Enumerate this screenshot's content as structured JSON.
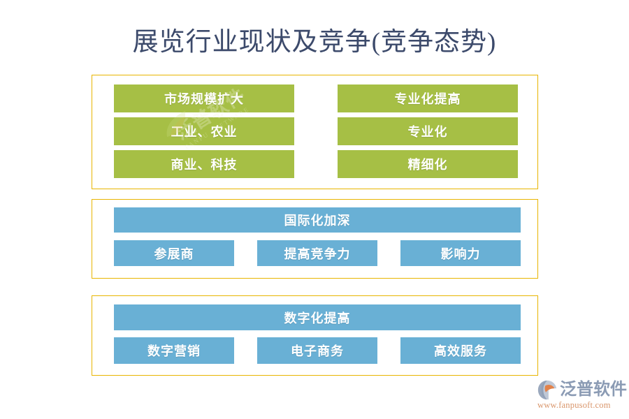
{
  "page": {
    "title": "展览行业现状及竞争(竞争态势)",
    "background_color": "#ffffff",
    "title_color": "#3c4a6b"
  },
  "theme": {
    "green": "#a6bf45",
    "blue": "#69b0d5",
    "border_gold": "#e8b500",
    "box_text_color": "#ffffff"
  },
  "watermark": {
    "text": "泛普软件",
    "subtext": "FANPU SOFTWARE"
  },
  "sections": [
    {
      "id": "section-1",
      "layout": "two-column",
      "columns": [
        {
          "name": "left",
          "boxes": [
            {
              "label": "市场规模扩大",
              "color": "green"
            },
            {
              "label": "工业、农业",
              "color": "green"
            },
            {
              "label": "商业、科技",
              "color": "green"
            }
          ]
        },
        {
          "name": "right",
          "boxes": [
            {
              "label": "专业化提高",
              "color": "green"
            },
            {
              "label": "专业化",
              "color": "green"
            },
            {
              "label": "精细化",
              "color": "green"
            }
          ]
        }
      ]
    },
    {
      "id": "section-2",
      "layout": "header-with-three-children",
      "header": {
        "label": "国际化加深",
        "color": "blue"
      },
      "children": [
        {
          "label": "参展商",
          "color": "blue"
        },
        {
          "label": "提高竞争力",
          "color": "blue"
        },
        {
          "label": "影响力",
          "color": "blue"
        }
      ]
    },
    {
      "id": "section-3",
      "layout": "header-with-three-children",
      "header": {
        "label": "数字化提高",
        "color": "blue"
      },
      "children": [
        {
          "label": "数字营销",
          "color": "blue"
        },
        {
          "label": "电子商务",
          "color": "blue"
        },
        {
          "label": "高效服务",
          "color": "blue"
        }
      ]
    }
  ],
  "logo": {
    "name": "泛普软件",
    "url": "www.fanpusoft.com",
    "name_color": "#8b9bb4",
    "url_color": "#d9956a"
  }
}
